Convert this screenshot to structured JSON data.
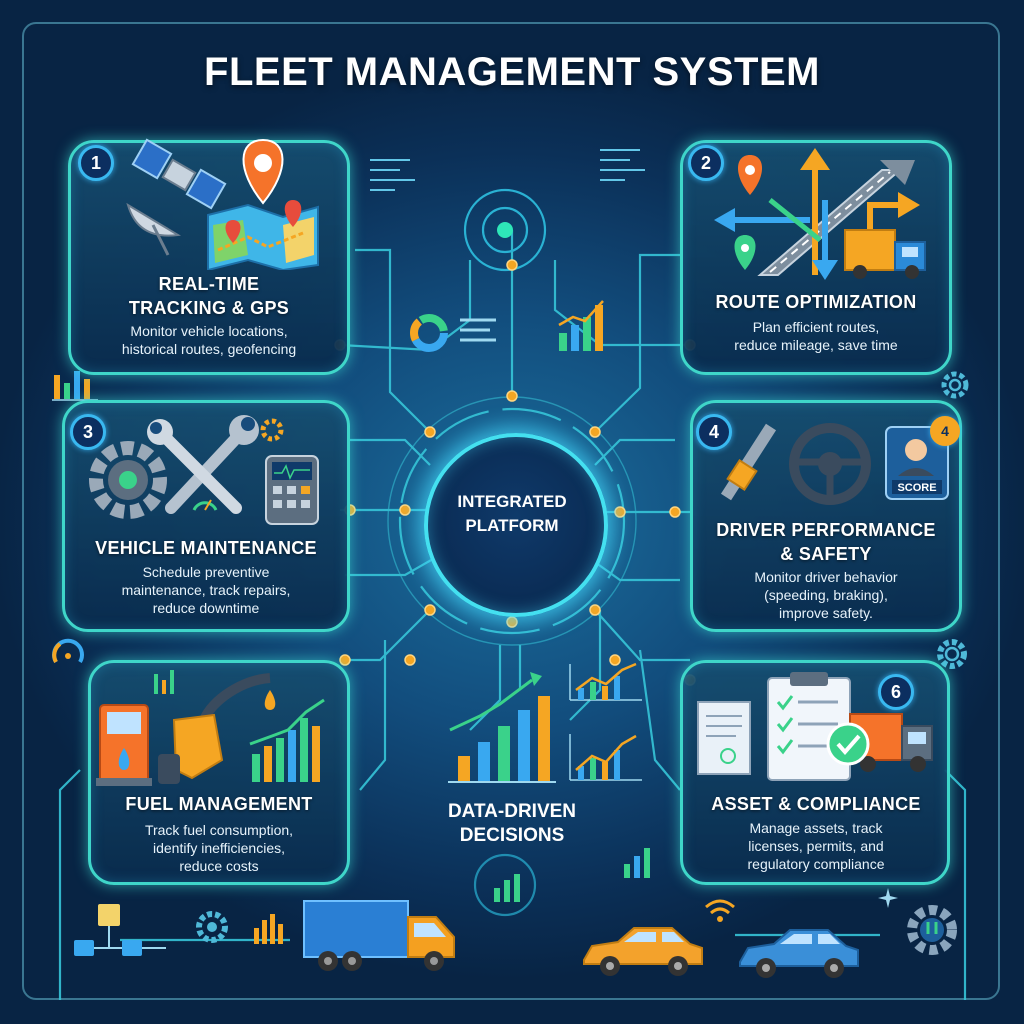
{
  "title": "FLEET MANAGEMENT SYSTEM",
  "hub": {
    "label_line1": "INTEGRATED",
    "label_line2": "PLATFORM"
  },
  "modules": [
    {
      "number": "1",
      "title_line1": "REAL-TIME",
      "title_line2": "TRACKING & GPS",
      "desc_line1": "Monitor vehicle locations,",
      "desc_line2": "historical routes, geofencing"
    },
    {
      "number": "2",
      "title_line1": "ROUTE OPTIMIZATION",
      "desc_line1": "Plan efficient routes,",
      "desc_line2": "reduce mileage, save time"
    },
    {
      "number": "3",
      "title_line1": "VEHICLE MAINTENANCE",
      "desc_line1": "Schedule preventive",
      "desc_line2": "maintenance, track repairs,",
      "desc_line3": "reduce downtime"
    },
    {
      "number": "4",
      "title_line1": "DRIVER PERFORMANCE",
      "title_line2": "& SAFETY",
      "desc_line1": "Monitor driver behavior",
      "desc_line2": "(speeding, braking),",
      "desc_line3": "improve safety.",
      "badge_extra": "4",
      "score_label": "SCORE"
    },
    {
      "title_line1": "FUEL MANAGEMENT",
      "desc_line1": "Track fuel consumption,",
      "desc_line2": "identify inefficiencies,",
      "desc_line3": "reduce costs"
    },
    {
      "number": "6",
      "title_line1": "ASSET & COMPLIANCE",
      "desc_line1": "Manage assets, track",
      "desc_line2": "licenses, permits, and",
      "desc_line3": "regulatory compliance"
    }
  ],
  "data_driven": {
    "line1": "DATA-DRIVEN",
    "line2": "DECISIONS"
  },
  "colors": {
    "accent": "#3fd6c9",
    "node": "#f5a623",
    "badge_border": "#39b8f0",
    "truck_body": "#2a7fd4",
    "truck_cab": "#f4a020",
    "car_orange": "#f3a22c",
    "car_blue": "#3a8fd8"
  },
  "icons": [
    "satellite-icon",
    "map-pin-icon",
    "route-arrows-icon",
    "truck-icon",
    "gear-icon",
    "wrench-icon",
    "calculator-icon",
    "seatbelt-icon",
    "steering-wheel-icon",
    "driver-avatar-icon",
    "fuel-pump-icon",
    "fuel-nozzle-icon",
    "bar-chart-icon",
    "document-icon",
    "clipboard-icon",
    "check-icon",
    "car-icon",
    "wifi-icon",
    "donut-chart-icon"
  ]
}
